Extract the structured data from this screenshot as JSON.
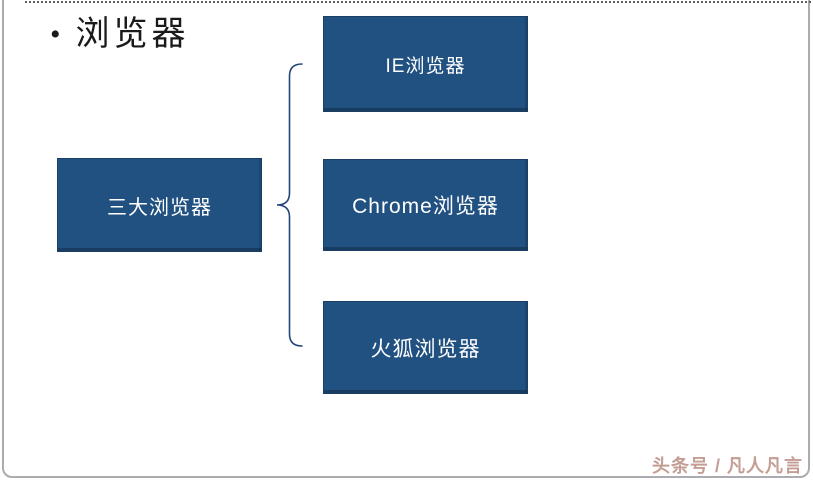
{
  "title": {
    "bullet": "•",
    "text": "浏览器"
  },
  "diagram": {
    "root": {
      "label": "三大浏览器"
    },
    "children": [
      {
        "label": "IE浏览器"
      },
      {
        "label": "Chrome浏览器"
      },
      {
        "label": "火狐浏览器"
      }
    ]
  },
  "watermark": "头条号 / 凡人凡言",
  "colors": {
    "box_fill": "#215180",
    "box_border": "#1a4066",
    "box_text": "#ffffff",
    "brace": "#24477b",
    "title_text": "#1a1a1a",
    "watermark_color": "#c49d94",
    "frame_border": "#acacb0"
  }
}
